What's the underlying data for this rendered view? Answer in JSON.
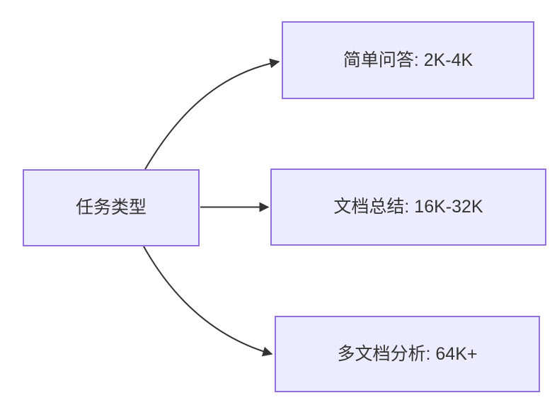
{
  "theme": {
    "background": "#ffffff",
    "node_fill": "#ECECFF",
    "node_border": "#9370DB",
    "edge_color": "#333333",
    "text_color": "#333333"
  },
  "diagram": {
    "type": "flowchart-left-to-right",
    "root": {
      "label": "任务类型"
    },
    "children": [
      {
        "label": "简单问答: 2K-4K"
      },
      {
        "label": "文档总结: 16K-32K"
      },
      {
        "label": "多文档分析: 64K+"
      }
    ],
    "edges": [
      {
        "from": "任务类型",
        "to": "简单问答: 2K-4K"
      },
      {
        "from": "任务类型",
        "to": "文档总结: 16K-32K"
      },
      {
        "from": "任务类型",
        "to": "多文档分析: 64K+"
      }
    ]
  }
}
